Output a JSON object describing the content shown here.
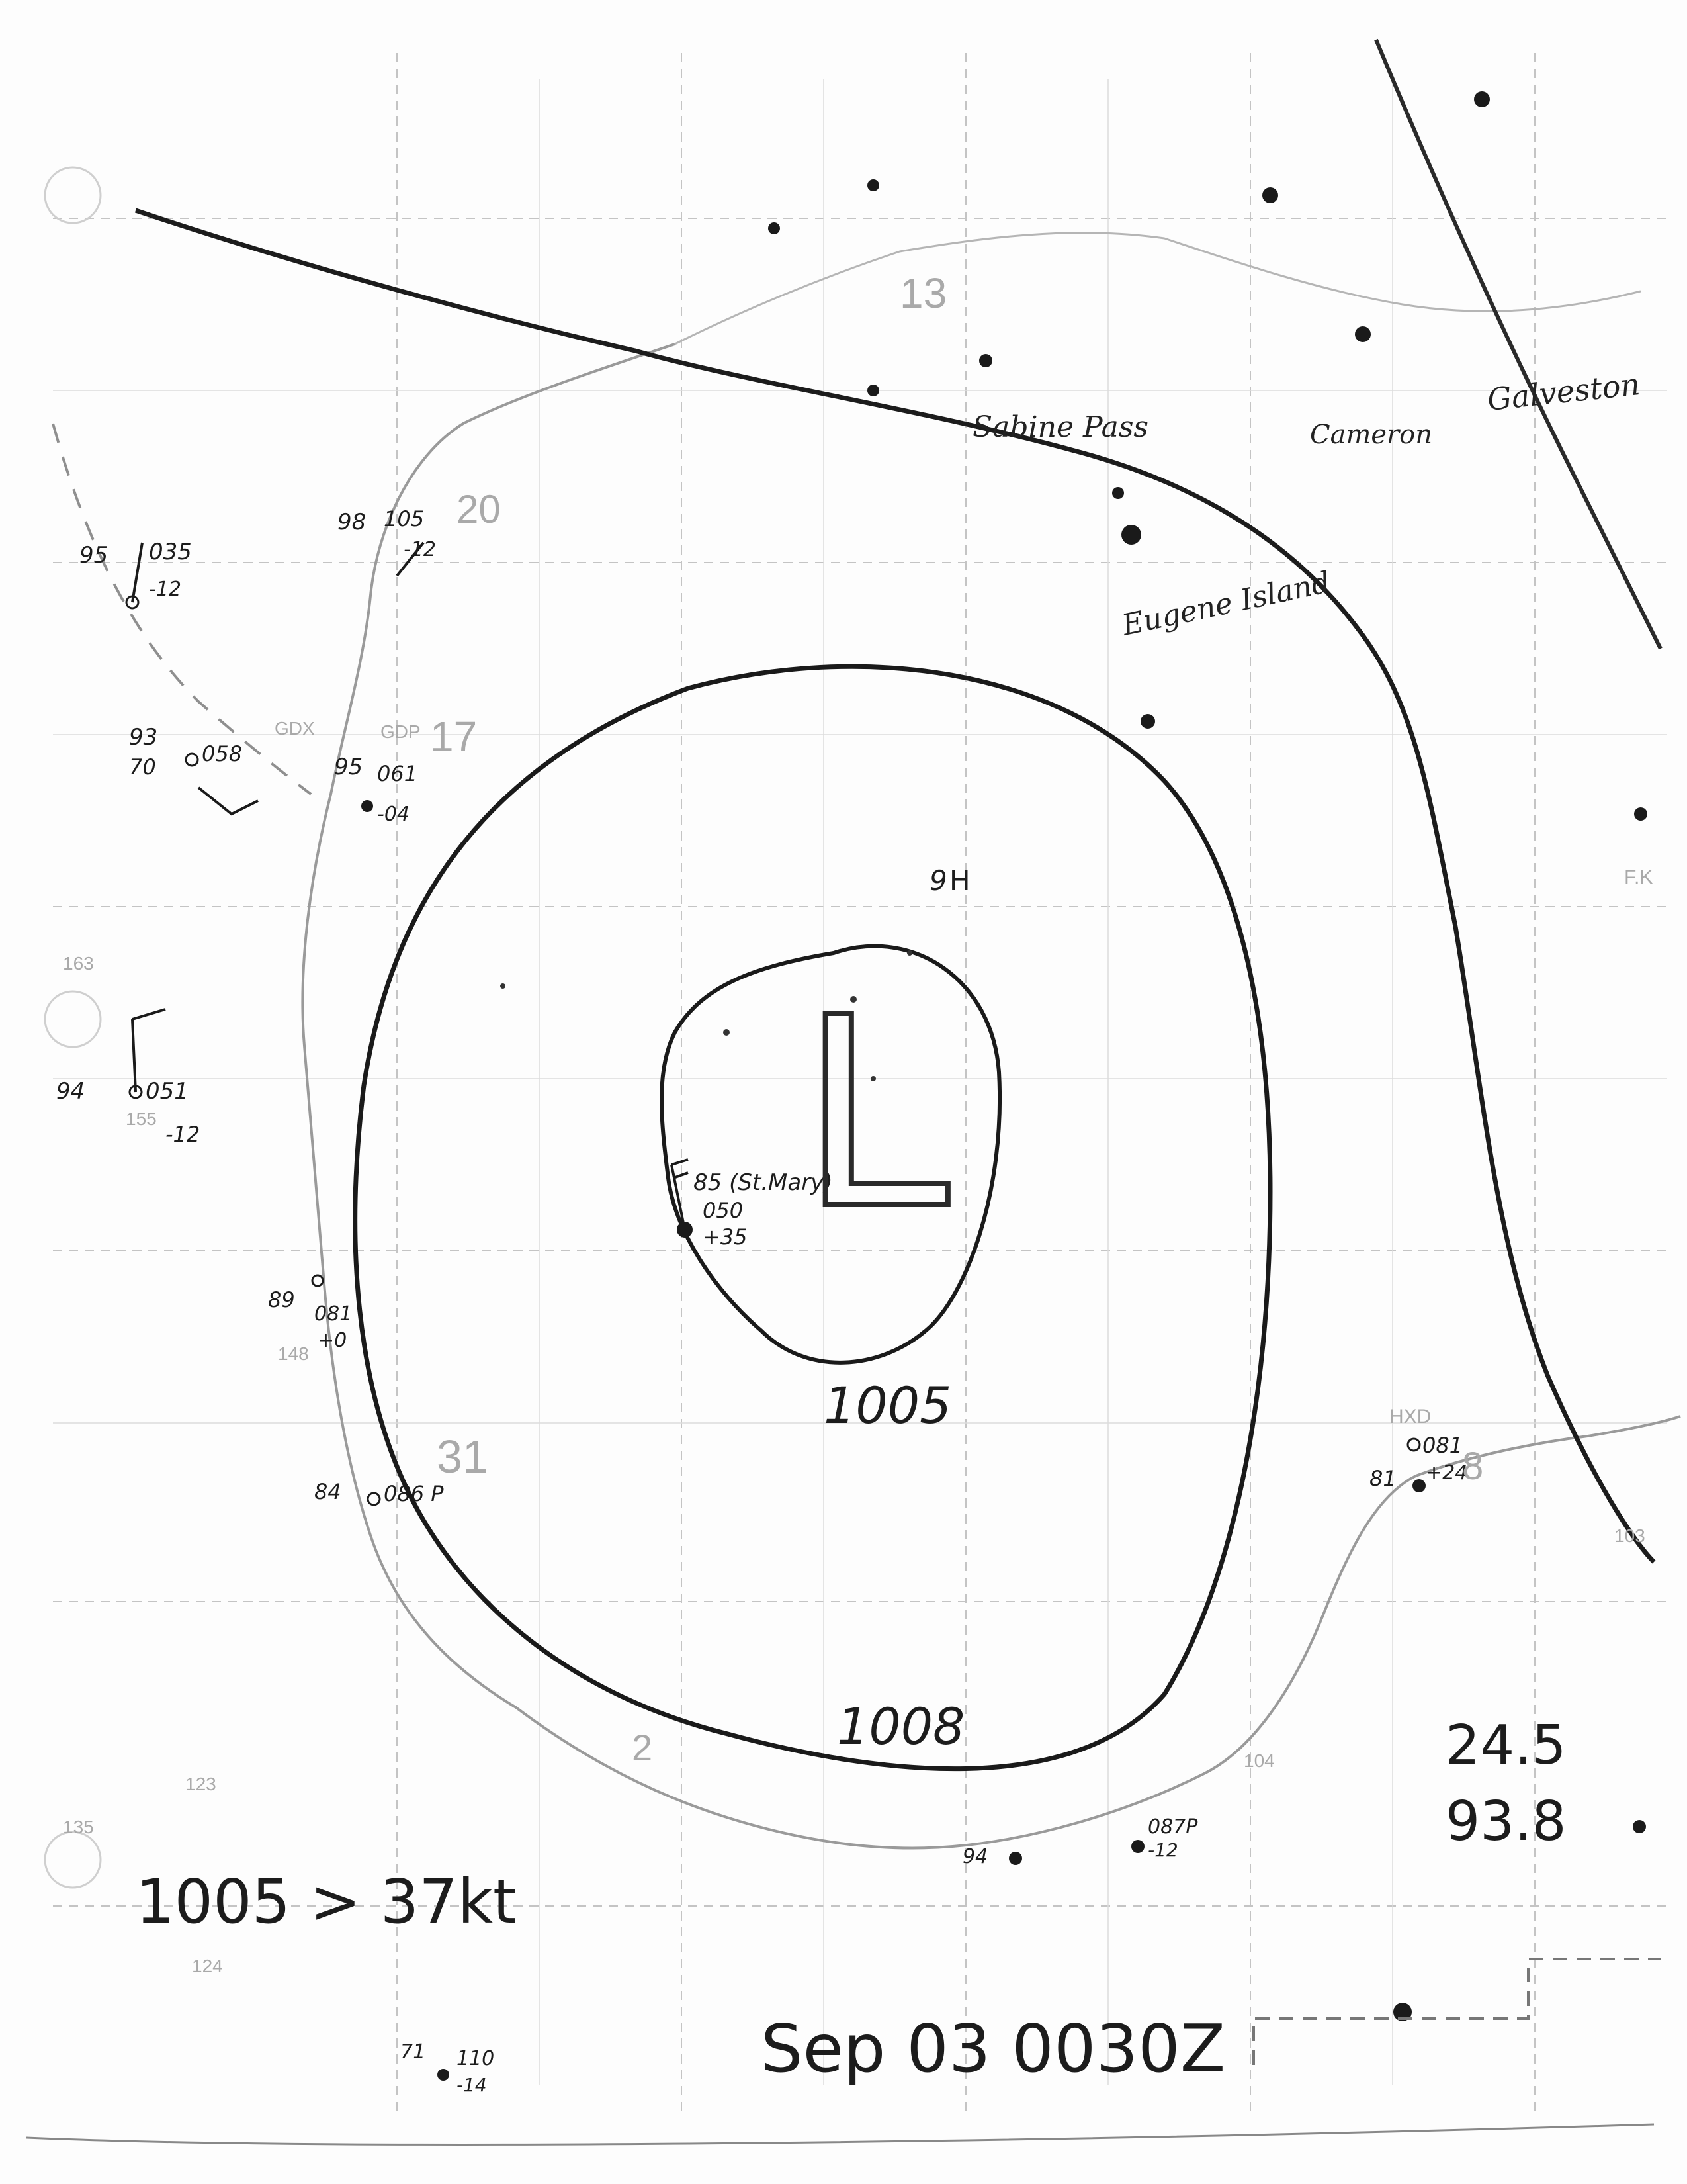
{
  "map": {
    "low_marker": "L",
    "high_marker": "H",
    "high_prefix": "9",
    "contours": [
      {
        "label": "1005",
        "value": 1005
      },
      {
        "label": "1008",
        "value": 1008
      }
    ],
    "stations": [
      {
        "id": "ship",
        "line1": "85 (St.Mary)",
        "line2": "050",
        "line3": "+35"
      },
      {
        "id": "west-1",
        "line1": "95",
        "line2": "035",
        "line3": "-12"
      },
      {
        "id": "west-2",
        "line1": "93",
        "line2": "058",
        "line3": "70"
      },
      {
        "id": "west-3",
        "line1": "95",
        "line2": "061",
        "line3": "-04"
      },
      {
        "id": "west-4",
        "line1": "94",
        "line2": "051",
        "line3": "-12"
      },
      {
        "id": "west-5",
        "line1": "89",
        "line2": "081",
        "line3": "+0"
      },
      {
        "id": "west-6",
        "line1": "84",
        "line2": "086 P",
        "line3": ""
      },
      {
        "id": "north-1",
        "line1": "98",
        "line2": "105",
        "line3": "-12"
      },
      {
        "id": "east-1",
        "line1": "81",
        "line2": "081",
        "line3": "+24"
      },
      {
        "id": "south-1",
        "line1": "94",
        "line2": "087P",
        "line3": "-12"
      },
      {
        "id": "south-2",
        "line1": "71",
        "line2": "110",
        "line3": "-14"
      }
    ],
    "coastal_labels": [
      "Sabine Pass",
      "Cameron",
      "Eugene Island",
      "Galveston"
    ],
    "faint_labels": {
      "grid_numbers": [
        "20",
        "17",
        "13",
        "31",
        "8",
        "2",
        "163",
        "155",
        "148",
        "135",
        "123",
        "104",
        "103",
        "124"
      ],
      "station_codes": [
        "HXD",
        "GDX",
        "GDP",
        "F.K"
      ]
    }
  },
  "annotations": {
    "intensity": "1005 > 37kt",
    "lat": "24.5",
    "lon": "93.8",
    "datetime": "Sep 03   0030Z"
  },
  "colors": {
    "ink": "#1c1c1c",
    "faint_grid": "#c4c4c4",
    "paper": "#fdfdfd"
  }
}
